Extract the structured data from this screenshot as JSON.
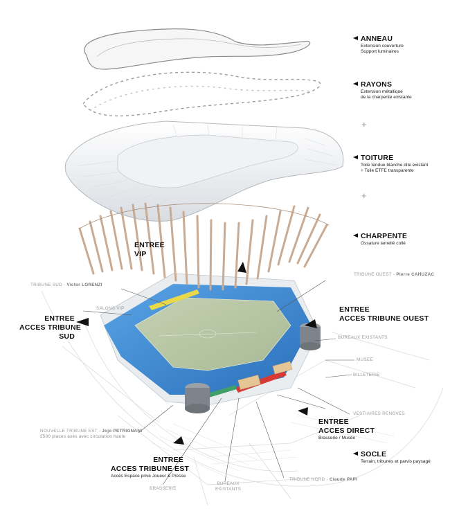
{
  "layers": [
    {
      "title": "ANNEAU",
      "lines": [
        "Extension couverture",
        "Support luminaires"
      ]
    },
    {
      "title": "RAYONS",
      "lines": [
        "Extension métallique",
        "de la charpente existante"
      ]
    },
    {
      "title": "TOITURE",
      "lines": [
        "Toile tendue blanche dite existant",
        "+ Toile ETFE transparente"
      ]
    },
    {
      "title": "CHARPENTE",
      "lines": [
        "Ossature lamellé collé"
      ]
    },
    {
      "title": "SOCLE",
      "lines": [
        "Terrain, tribunes et parvis paysagé"
      ]
    }
  ],
  "plus_sign": "+",
  "entrances": {
    "vip": {
      "line1": "ENTREE",
      "line2": "VIP"
    },
    "sud": {
      "line1": "ENTREE",
      "line2": "ACCES TRIBUNE",
      "line3": "SUD"
    },
    "ouest": {
      "line1": "ENTREE",
      "line2": "ACCES TRIBUNE OUEST"
    },
    "direct": {
      "line1": "ENTREE",
      "line2": "ACCES DIRECT",
      "sub": "Brasserie / Musée"
    },
    "est": {
      "line1": "ENTREE",
      "line2": "ACCES TRIBUNE EST",
      "sub": "Accès Espace privé Joueur & Presse"
    }
  },
  "annotations": {
    "tribune_sud": {
      "prefix": "TRIBUNE SUD - ",
      "name": "Victor LORENZI"
    },
    "tribune_ouest": {
      "prefix": "TRIBUNE OUEST - ",
      "name": "Pierre CAHUZAC"
    },
    "tribune_nord": {
      "prefix": "TRIBUNE NORD - ",
      "name": "Claude PAPI"
    },
    "nouvelle_tribune": {
      "prefix": "NOUVELLE TRIBUNE EST - ",
      "name": "Jojo PETRIGNANI",
      "sub": "2500 places axés avec circulation haute"
    },
    "salons_vip": "SALONS VIP",
    "bureaux_existants": "BUREAUX EXISTANTS",
    "musee": "MUSEE",
    "billeterie": "BILLETERIE",
    "vestiaires": "VESTIAIRES RENOVES",
    "brasserie": "BRASSERIE",
    "bureaux_bas": [
      "BUREAUX",
      "EXISTANTS"
    ]
  },
  "colors": {
    "seats_blue": "#3f8fd8",
    "pitch_green": "#b8c7a6",
    "timber": "#c9ab93",
    "red_accent": "#d63a33",
    "yellow_accent": "#e8d84a",
    "green_accent": "#3fa06a"
  }
}
